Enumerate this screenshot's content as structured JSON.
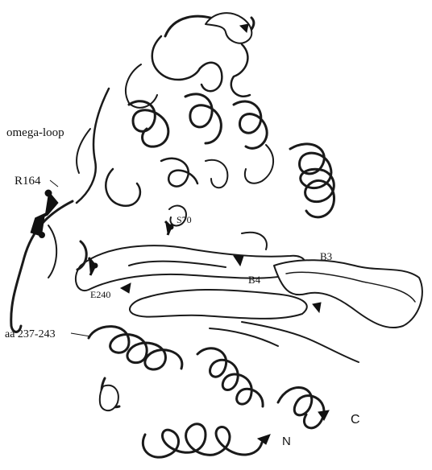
{
  "figure": {
    "labels": {
      "omega_loop": "omega-loop",
      "r164": "R164",
      "s70": "S70",
      "b3": "B3",
      "b4": "B4",
      "e240": "E240",
      "aa_range": "aa 237-243",
      "c_terminus": "C",
      "n_terminus": "N"
    },
    "colors": {
      "ink": "#111111",
      "background": "#ffffff"
    }
  }
}
